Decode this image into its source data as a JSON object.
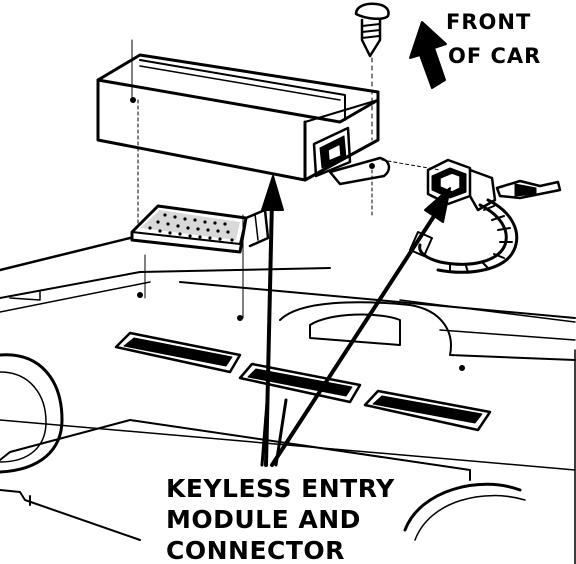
{
  "labels": {
    "front_line1": "FRONT",
    "front_line2": "OF CAR",
    "caption_line1": "KEYLESS ENTRY",
    "caption_line2": "MODULE AND",
    "caption_line3": "CONNECTOR"
  },
  "colors": {
    "ink": "#000000",
    "paper": "#ffffff"
  },
  "icons": {
    "direction_arrow": "front-of-car-arrow-icon",
    "screw": "mounting-screw-icon"
  }
}
